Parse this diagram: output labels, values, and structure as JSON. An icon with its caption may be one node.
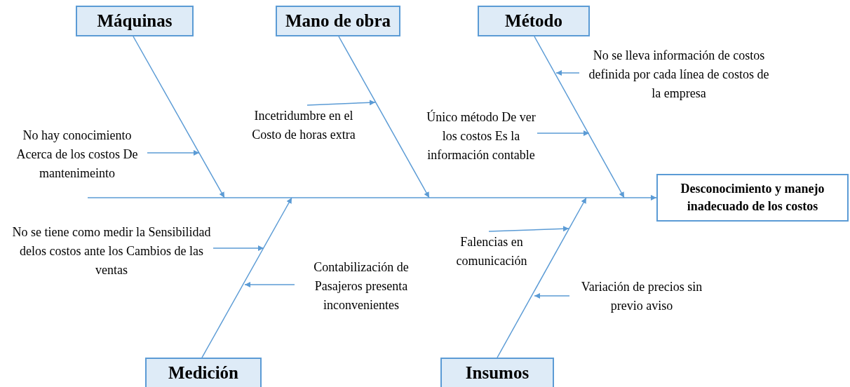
{
  "diagram": {
    "nodes": [
      {
        "text": [
          "Máquinas"
        ]
      },
      {
        "text": [
          "Mano de obra"
        ]
      },
      {
        "text": [
          "Método"
        ]
      },
      {
        "text": [
          "No se lleva información de costos definida por cada línea de costos de la empresa"
        ]
      },
      {
        "text": [
          "Incetridumbre en el Costo de horas extra"
        ]
      },
      {
        "text": [
          "Único método De ver los costos Es la información contable"
        ]
      },
      {
        "text": [
          "No hay conocimiento Acerca de los costos De mantenimeinto"
        ]
      },
      {
        "text": [
          "Desconocimiento y manejo inadecuado de los costos"
        ]
      },
      {
        "text": [
          "No se tiene como medir la Sensibilidad delos costos ante los Cambios de las ventas"
        ]
      },
      {
        "text": [
          "Falencias en comunicación"
        ]
      },
      {
        "text": [
          "Contabilización de Pasajeros presenta inconvenientes"
        ]
      },
      {
        "text": [
          "Variación de precios sin previo aviso"
        ]
      },
      {
        "text": [
          "Medición"
        ]
      },
      {
        "text": [
          "Insumos"
        ]
      }
    ],
    "edges": [
      {
        "from": null,
        "to": 7,
        "arrow": "to"
      },
      {
        "from": 0,
        "to": null,
        "arrow": "to"
      },
      {
        "from": 1,
        "to": null,
        "arrow": "to"
      },
      {
        "from": 2,
        "to": null,
        "arrow": "to"
      },
      {
        "from": 12,
        "to": null,
        "arrow": "to"
      },
      {
        "from": 13,
        "to": null,
        "arrow": "to"
      },
      {
        "from": 3,
        "to": null,
        "arrow": "to"
      },
      {
        "from": 4,
        "to": null,
        "arrow": "to"
      },
      {
        "from": 5,
        "to": null,
        "arrow": "to"
      },
      {
        "from": 6,
        "to": null,
        "arrow": "to"
      },
      {
        "from": 8,
        "to": null,
        "arrow": "to"
      },
      {
        "from": 9,
        "to": null,
        "arrow": "to"
      },
      {
        "from": 10,
        "to": null,
        "arrow": "to"
      },
      {
        "from": 11,
        "to": null,
        "arrow": "to"
      }
    ]
  }
}
